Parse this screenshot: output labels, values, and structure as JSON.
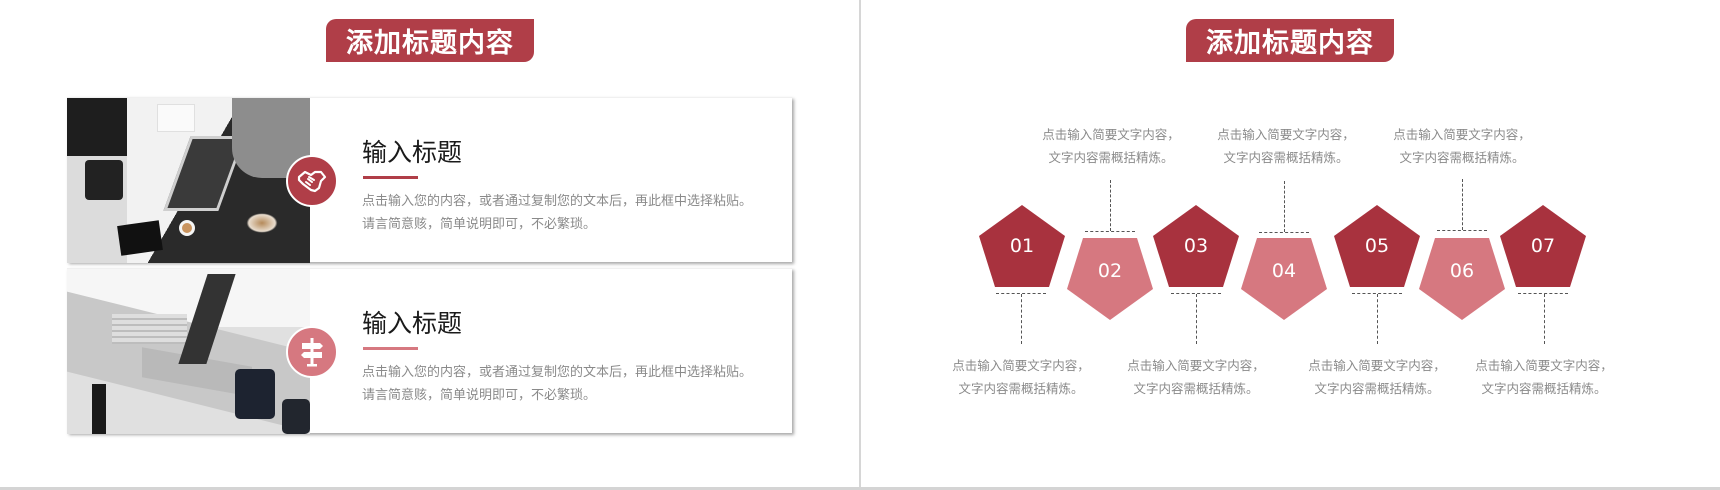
{
  "slide_left": {
    "title": "添加标题内容",
    "cards": [
      {
        "icon": "handshake-icon",
        "heading": "输入标题",
        "description": "点击输入您的内容，或者通过复制您的文本后，再此框中选择粘贴。请言简意赅，简单说明即可，不必繁琐。"
      },
      {
        "icon": "signpost-icon",
        "heading": "输入标题",
        "description": "点击输入您的内容，或者通过复制您的文本后，再此框中选择粘贴。请言简意赅，简单说明即可，不必繁琐。"
      }
    ]
  },
  "slide_right": {
    "title": "添加标题内容",
    "steps": [
      {
        "num": "01",
        "position": "bottom",
        "text_line1": "点击输入简要文字内容，",
        "text_line2": "文字内容需概括精炼。"
      },
      {
        "num": "02",
        "position": "top",
        "text_line1": "点击输入简要文字内容，",
        "text_line2": "文字内容需概括精炼。"
      },
      {
        "num": "03",
        "position": "bottom",
        "text_line1": "点击输入简要文字内容，",
        "text_line2": "文字内容需概括精炼。"
      },
      {
        "num": "04",
        "position": "top",
        "text_line1": "点击输入简要文字内容，",
        "text_line2": "文字内容需概括精炼。"
      },
      {
        "num": "05",
        "position": "bottom",
        "text_line1": "点击输入简要文字内容，",
        "text_line2": "文字内容需概括精炼。"
      },
      {
        "num": "06",
        "position": "top",
        "text_line1": "点击输入简要文字内容，",
        "text_line2": "文字内容需概括精炼。"
      },
      {
        "num": "07",
        "position": "bottom",
        "text_line1": "点击输入简要文字内容，",
        "text_line2": "文字内容需概括精炼。"
      }
    ]
  },
  "colors": {
    "accent_dark": "#a8323e",
    "accent_light": "#d67880",
    "title_badge": "#b03e48",
    "body_text": "#8a8a8a"
  }
}
